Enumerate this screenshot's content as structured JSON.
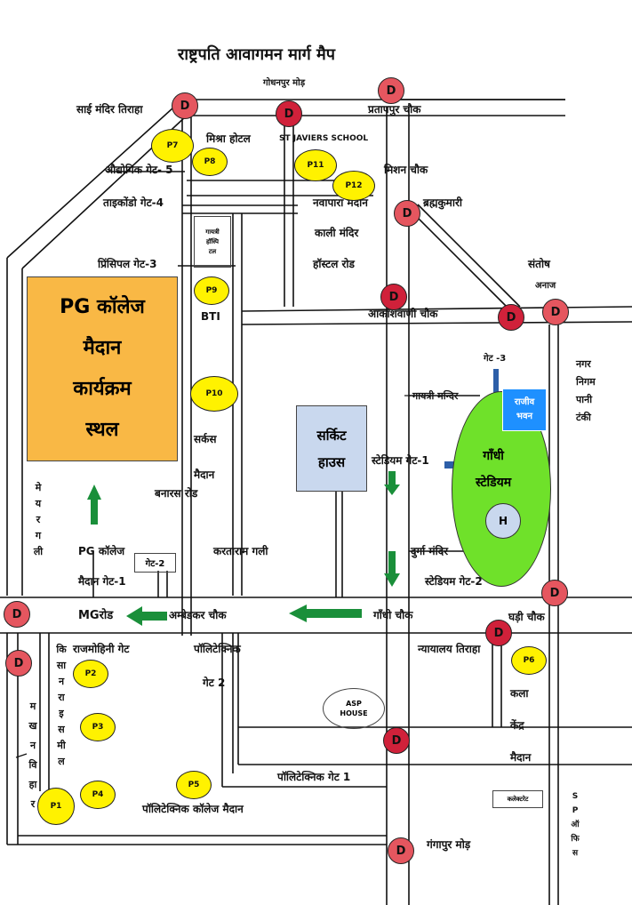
{
  "title": "राष्ट्रपति आवागमन मार्ग मैप",
  "colors": {
    "route_marker": "#e5565f",
    "parking_marker": "#fff200",
    "arrow": "#1a8f3a",
    "stadium": "#6fe12a",
    "venue_box": "#f9b845",
    "circuit_house_box": "#c9d8ee",
    "rajiv_bhawan_box": "#1e90ff"
  },
  "markers": {
    "route": "D",
    "parking": [
      "P1",
      "P2",
      "P3",
      "P4",
      "P5",
      "P6",
      "P7",
      "P8",
      "P9",
      "P10",
      "P11",
      "P12"
    ],
    "helipad": "H"
  },
  "boxes": {
    "pg_venue": [
      "PG कॉलेज",
      "मैदान",
      "कार्यक्रम",
      "स्थल"
    ],
    "circuit_house": [
      "सर्किट",
      "हाउस"
    ],
    "hostel": [
      "गायत्री",
      "हॉस्पि",
      "टल"
    ],
    "gate2": "गेट-2",
    "rajiv_bhawan": [
      "राजीव",
      "भवन"
    ],
    "stadium": [
      "गाँधी",
      "स्टेडियम"
    ],
    "asp_house": [
      "ASP",
      "HOUSE"
    ],
    "collectorate": "कलेक्टरेट"
  },
  "labels": {
    "godhanpur": "गोधनपुर मोड़",
    "sai_mandir": "साई मंदिर तिराहा",
    "pratappur": "प्रतापपुर चौक",
    "mishra_hotel": "मिश्रा होटल",
    "st_javiers": "ST JAVIERS SCHOOL",
    "audyogik_gate": "औद्योगिक गेट- 5",
    "mission_chowk": "मिशन चौक",
    "taikondo_gate": "ताइकोंडो गेट-4",
    "navapara": "नवापारा मैदान",
    "brahmakumari": "ब्रह्मकुमारी",
    "kali_mandir": "काली मंदिर",
    "principal_gate": "प्रिंसिपल गेट-3",
    "hostel_road": "हॉस्टल रोड",
    "santosh_anaj": "संतोष",
    "anaj": "अनाज",
    "bti": "BTI",
    "akashvani": "आकाशवाणी चौक",
    "gate_3": "गेट -3",
    "nagar_nigam": [
      "नगर",
      "निगम",
      "पानी",
      "टंकी"
    ],
    "gayatri_mandir": "गायत्री मन्दिर",
    "circus_maidan": [
      "सर्कस",
      "मैदान"
    ],
    "stadium_gate1": "स्टेडियम गेट-1",
    "banaras_road": "बनारस रोड",
    "meyarmali": [
      "मे",
      "य",
      "र",
      "ग",
      "ली"
    ],
    "pg_college_gate1": "PG कॉलेज",
    "maidan_gate1": "मैदान गेट-1",
    "kartaram_gali": "करताराम गली",
    "durga_mandir": "दुर्गा मंदिर",
    "stadium_gate2": "स्टेडियम गेट-2",
    "mg_road": "MGरोड",
    "ambedkar_chowk": "अम्बेडकर चौक",
    "gandhi_chowk": "गाँधी चौक",
    "ghadi_chowk": "घड़ी चौक",
    "rajmohini_gate": "राजमोहिनी गेट",
    "polytechnic_top": "पॉलिटेक्निक",
    "polytechnic_gate2": "गेट 2",
    "nyayalaya_tiraha": "न्यायालय तिराहा",
    "kala_kendra": [
      "कला",
      "केंद्र",
      "मैदान"
    ],
    "kisan_rice_mill": [
      "कि",
      "सा",
      "न",
      "रा",
      "इ",
      "स",
      "मी",
      "ल"
    ],
    "makhan_vihar": [
      "म",
      "ख",
      "न",
      "वि",
      "हा",
      "र"
    ],
    "polytechnic_gate1": "पॉलिटेक्निक गेट 1",
    "polytechnic_maidan": "पॉलिटेक्निक कॉलेज मैदान",
    "gangapur_mod": "गंगापुर मोड़",
    "sp_office": [
      "S",
      "P",
      "ऑ",
      "फि",
      "स"
    ]
  }
}
